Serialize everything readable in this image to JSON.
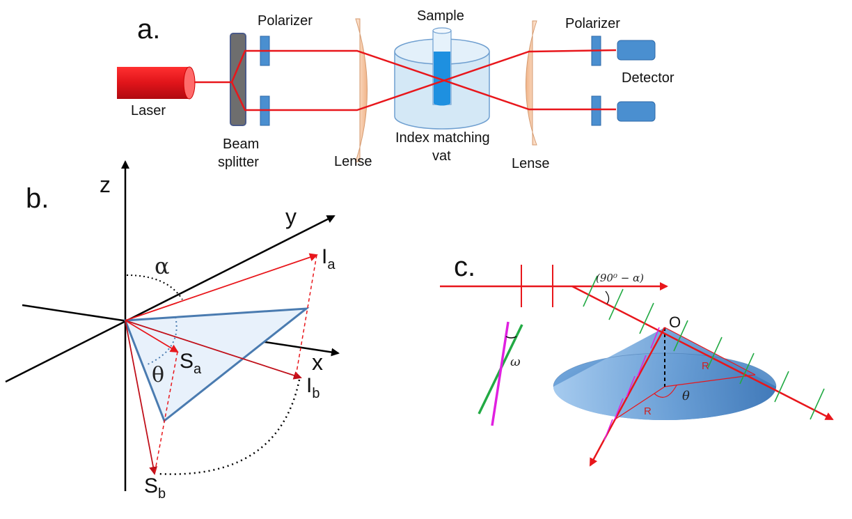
{
  "panel_a": {
    "label": "a.",
    "laser": "Laser",
    "beam_splitter_line1": "Beam",
    "beam_splitter_line2": "splitter",
    "polarizer_left": "Polarizer",
    "lens_left": "Lense",
    "sample": "Sample",
    "vat_line1": "Index matching",
    "vat_line2": "vat",
    "lens_right": "Lense",
    "polarizer_right": "Polarizer",
    "detector": "Detector"
  },
  "panel_b": {
    "label": "b.",
    "axis_z": "z",
    "axis_y": "y",
    "axis_x": "x",
    "alpha": "α",
    "theta": "θ",
    "Ia_main": "I",
    "Ia_sub": "a",
    "Ib_main": "I",
    "Ib_sub": "b",
    "Sa_main": "S",
    "Sa_sub": "a",
    "Sb_main": "S",
    "Sb_sub": "b"
  },
  "panel_c": {
    "label": "c.",
    "angle": "(90⁰ − α)",
    "origin": "O",
    "omega": "ω",
    "theta": "θ",
    "radius_1": "R",
    "radius_2": "R"
  },
  "colors": {
    "laser_red": "#e8161b",
    "optic_blue": "#4a8fd0",
    "lens_peach": "#f6c9a6",
    "cone_blue": "#6aa3dc",
    "green_mark": "#22aa44",
    "magenta_mark": "#e020e0"
  }
}
